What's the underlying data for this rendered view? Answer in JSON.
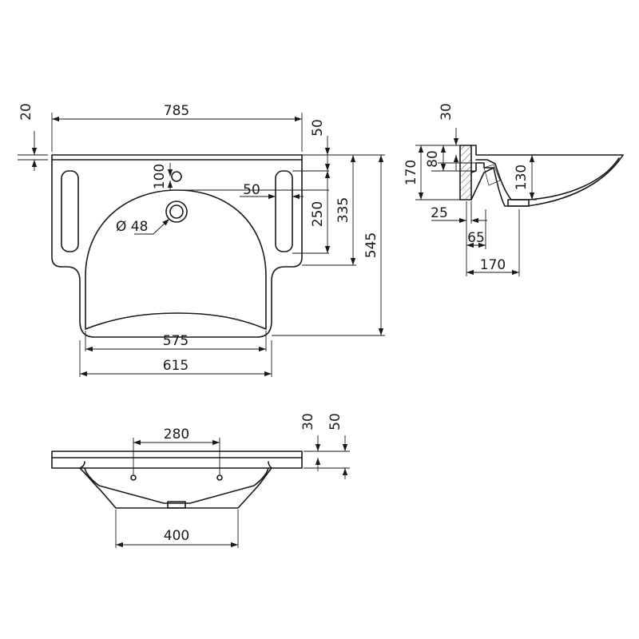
{
  "top_view": {
    "width_785": "785",
    "offset_20": "20",
    "hole_100": "100",
    "diameter_48": "Ø 48",
    "slot_50": "50",
    "dim_50_top": "50",
    "dim_250": "250",
    "dim_335": "335",
    "dim_545": "545",
    "dim_575": "575",
    "dim_615": "615"
  },
  "side_view": {
    "dim_30": "30",
    "dim_80": "80",
    "dim_170_left": "170",
    "dim_130": "130",
    "dim_25": "25",
    "dim_65": "65",
    "dim_170_bottom": "170"
  },
  "front_view": {
    "dim_280": "280",
    "dim_400": "400",
    "dim_30": "30",
    "dim_50": "50"
  }
}
